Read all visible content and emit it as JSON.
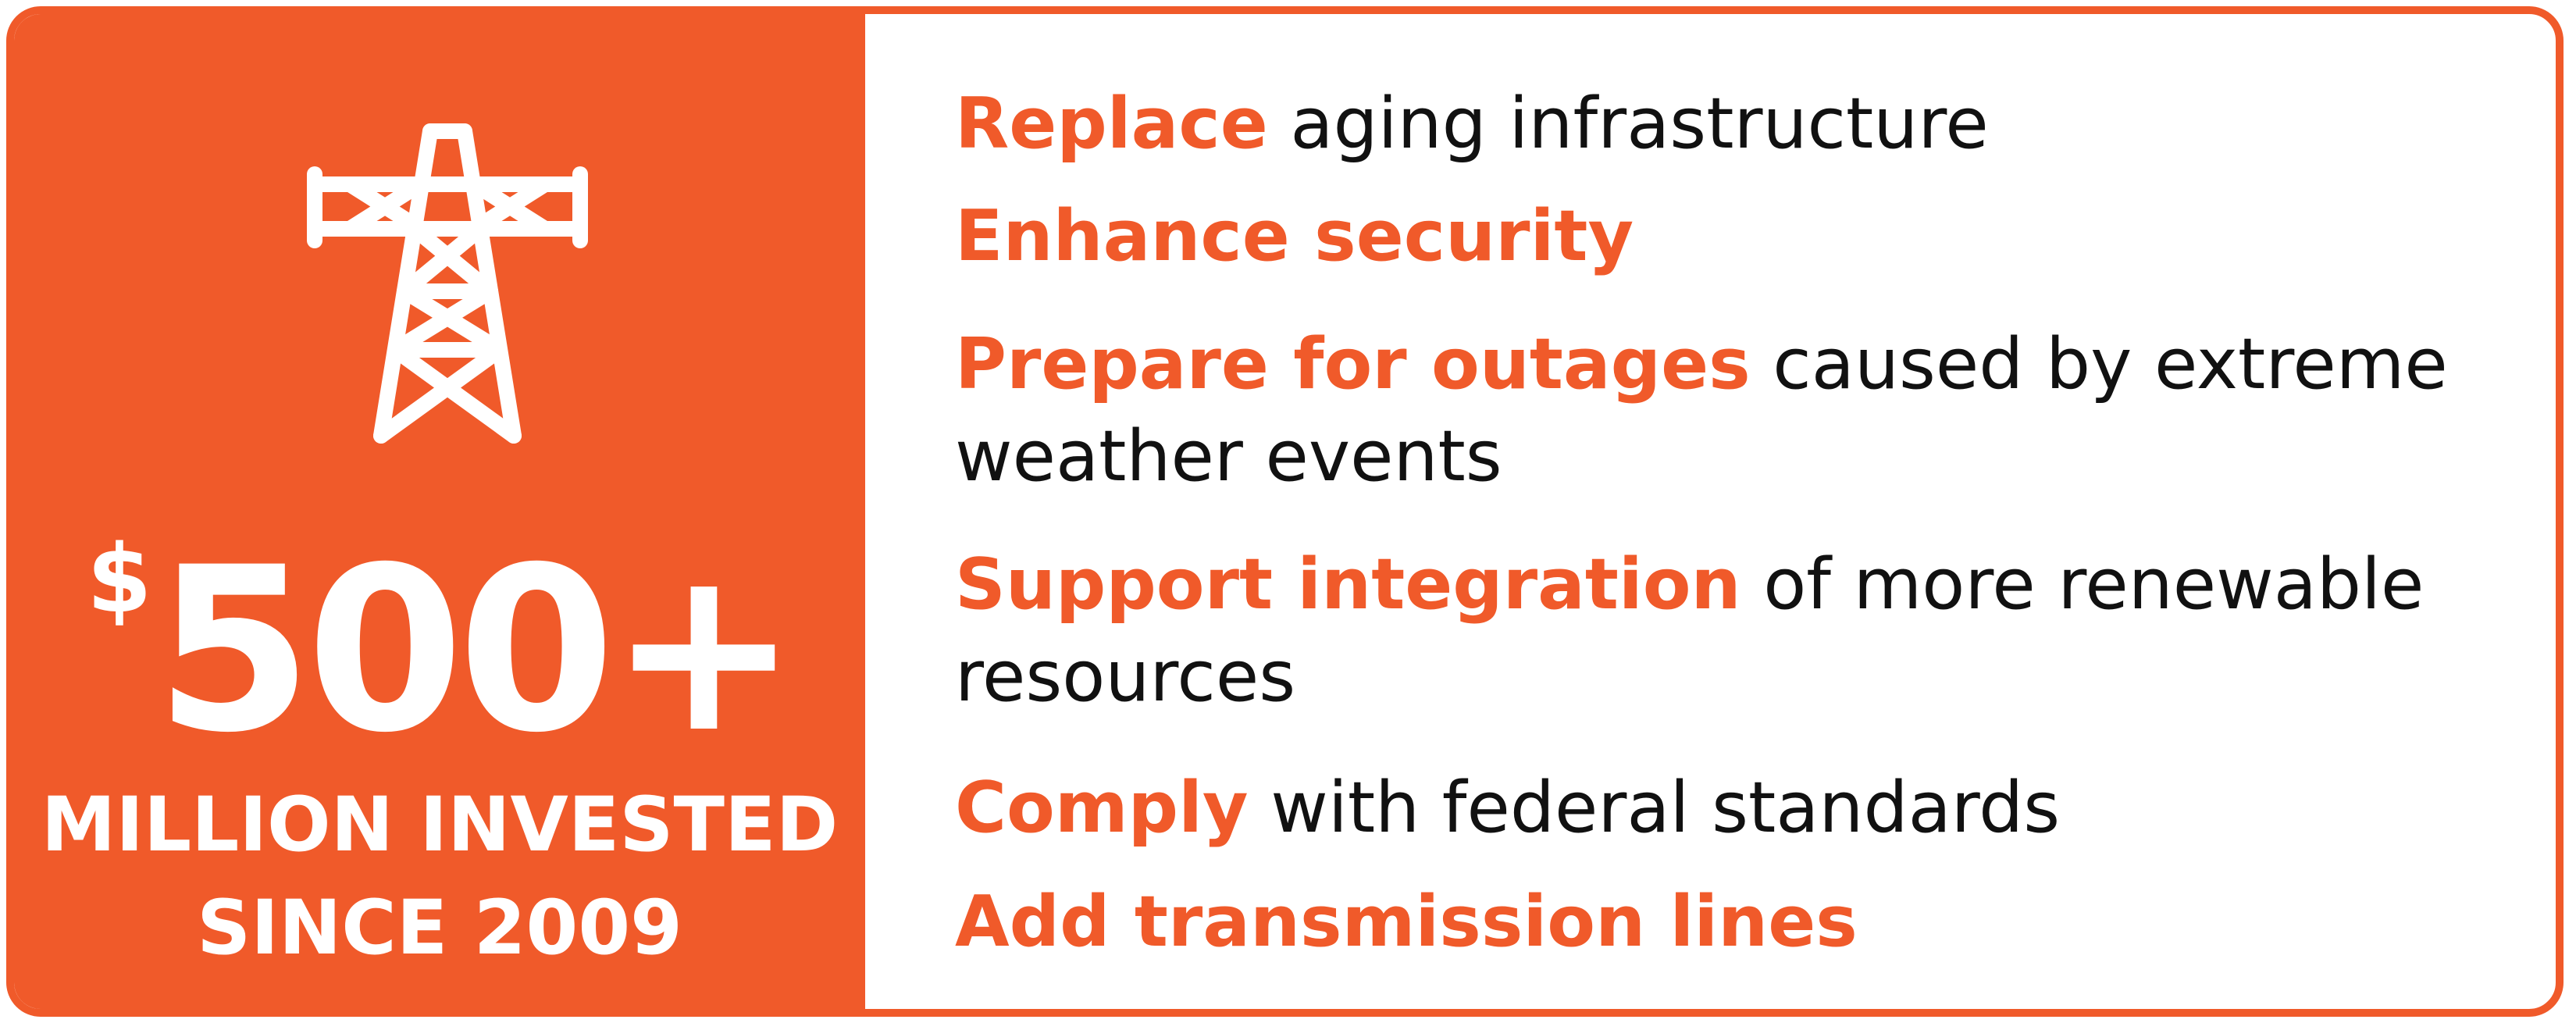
{
  "colors": {
    "accent": "#F05A2A",
    "text": "#111111",
    "background": "#ffffff"
  },
  "icon": "power-transmission-tower-icon",
  "stat": {
    "currency_symbol": "$",
    "amount": "500+",
    "caption_line1": "MILLION INVESTED",
    "caption_line2": "SINCE 2009"
  },
  "items": [
    {
      "highlight": "Replace",
      "rest": " aging infrastructure",
      "cont": ""
    },
    {
      "highlight": "Enhance security",
      "rest": "",
      "cont": ""
    },
    {
      "highlight": "Prepare for outages",
      "rest": " caused by extreme",
      "cont": "weather events"
    },
    {
      "highlight": "Support integration",
      "rest": " of more renewable",
      "cont": "resources"
    },
    {
      "highlight": "Comply",
      "rest": " with federal standards",
      "cont": ""
    },
    {
      "highlight": "Add transmission lines",
      "rest": "",
      "cont": ""
    }
  ]
}
